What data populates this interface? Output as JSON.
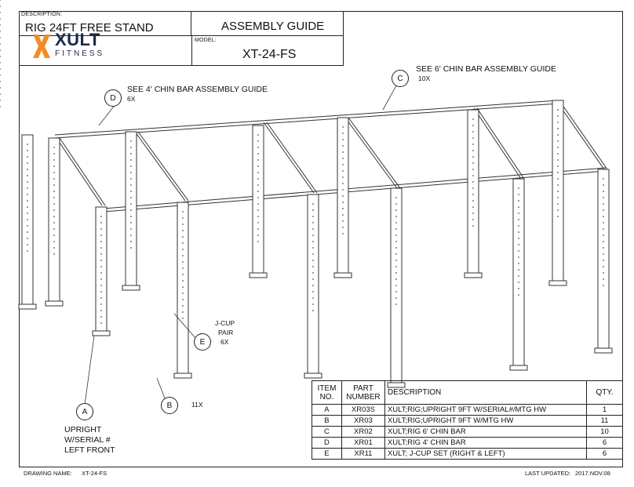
{
  "header": {
    "description_label": "DESCRIPTION:",
    "description": "RIG 24FT FREE STAND",
    "guide_title": "ASSEMBLY GUIDE",
    "model_label": "MODEL:",
    "model": "XT-24-FS",
    "logo_text": "XULT",
    "logo_sub": "FITNESS",
    "logo_color": "#f28c28"
  },
  "callouts": {
    "c": {
      "letter": "C",
      "text": "SEE 6' CHIN BAR ASSEMBLY GUIDE",
      "qty": "10X"
    },
    "d": {
      "letter": "D",
      "text": "SEE 4' CHIN BAR ASSEMBLY GUIDE",
      "qty": "6X"
    },
    "e": {
      "letter": "E",
      "line1": "J-CUP",
      "line2": "PAIR",
      "qty": "6X"
    },
    "b": {
      "letter": "B",
      "qty": "11X"
    },
    "a": {
      "letter": "A",
      "line1": "UPRIGHT",
      "line2": "W/SERIAL #",
      "line3": "LEFT FRONT"
    }
  },
  "bom": {
    "headers": {
      "item_line1": "ITEM",
      "item_line2": "NO.",
      "part_line1": "PART",
      "part_line2": "NUMBER",
      "description": "DESCRIPTION",
      "qty": "QTY."
    },
    "rows": [
      {
        "item": "A",
        "part": "XR03S",
        "description": "XULT;RIG;UPRIGHT 9FT W/SERIAL#/MTG HW",
        "qty": "1"
      },
      {
        "item": "B",
        "part": "XR03",
        "description": "XULT;RIG;UPRIGHT 9FT W/MTG HW",
        "qty": "11"
      },
      {
        "item": "C",
        "part": "XR02",
        "description": "XULT;RIG 6' CHIN BAR",
        "qty": "10"
      },
      {
        "item": "D",
        "part": "XR01",
        "description": "XULT;RIG 4' CHIN BAR",
        "qty": "6"
      },
      {
        "item": "E",
        "part": "XR11",
        "description": "XULT; J-CUP SET (RIGHT & LEFT)",
        "qty": "6"
      }
    ]
  },
  "footer": {
    "drawing_label": "DRAWING NAME:",
    "drawing_name": "XT-24-FS",
    "updated_label": "LAST UPDATED:",
    "updated": "2017.NOV.08"
  }
}
